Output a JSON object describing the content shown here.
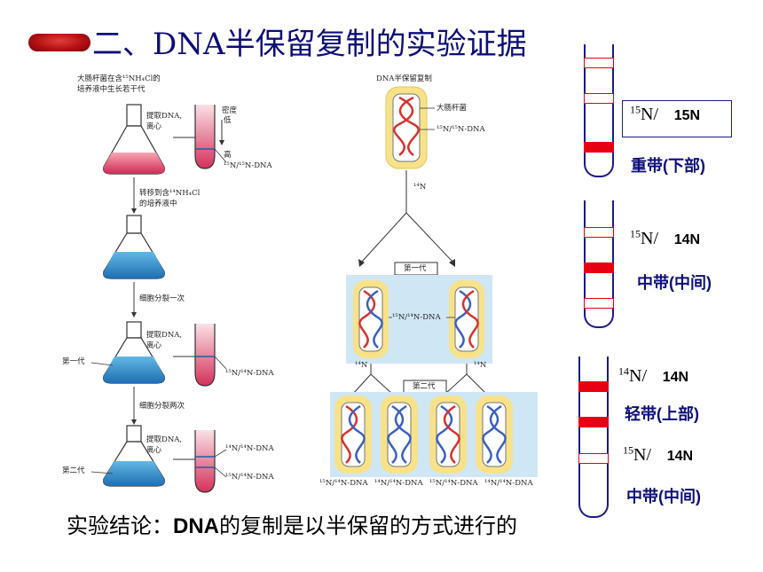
{
  "title": "二、DNA半保留复制的实验证据",
  "left_diagram": {
    "caption_line1": "大肠杆菌在含¹⁵NH₄Cl的",
    "caption_line2": "培养液中生长若干代",
    "extract_1a": "提取DNA,",
    "extract_1b": "离心",
    "density": "密度",
    "low": "低",
    "high": "高",
    "tube1_band": "¹⁵N/¹⁵N-DNA",
    "transfer_1": "转移到含¹⁴NH₄Cl",
    "transfer_2": "的培养液中",
    "divide_once": "细胞分裂一次",
    "extract_2a": "提取DNA,",
    "extract_2b": "离心",
    "gen1": "第一代",
    "tube2_band": "¹⁵N/¹⁴N-DNA",
    "divide_twice": "细胞分裂两次",
    "extract_3a": "提取DNA,",
    "extract_3b": "离心",
    "gen2": "第二代",
    "tube3_band_top": "¹⁴N/¹⁴N-DNA",
    "tube3_band_bottom": "¹⁵N/¹⁴N-DNA"
  },
  "middle_diagram": {
    "heading": "DNA半保留复制",
    "ecoli": "大肠杆菌",
    "parent_dna": "¹⁵N/¹⁵N-DNA",
    "n14_a": "¹⁴N",
    "gen1_box": "第一代",
    "gen1_dna": "¹⁵N/¹⁴N-DNA",
    "n14_b": "¹⁴N",
    "n14_c": "¹⁴N",
    "gen2_box": "第二代",
    "gen2_labels": [
      "¹⁵N/¹⁴N-DNA",
      "¹⁴N/¹⁴N-DNA",
      "¹⁵N/¹⁴N-DNA",
      "¹⁴N/¹⁴N-DNA"
    ]
  },
  "right_panel": {
    "t1_sup": "15",
    "t1_iso": "N/",
    "t1_bold": "15N",
    "t1_cn": "重带(下部)",
    "t2_sup": "15",
    "t2_iso": "N/",
    "t2_bold": "14N",
    "t2_cn": "中带(中间)",
    "t3a_sup": "14",
    "t3a_iso": "N/",
    "t3a_bold": "14N",
    "t3a_cn": "轻带(上部)",
    "t3b_sup": "15",
    "t3b_iso": "N/",
    "t3b_bold": "14N",
    "t3b_cn": "中带(中间)"
  },
  "conclusion_prefix": "实验结论：",
  "conclusion_bold": "DNA",
  "conclusion_suffix": "的复制是以半保留的方式进行的",
  "colors": {
    "title": "#0d0d7a",
    "band": "#e60012",
    "tube": "#1a1a8c",
    "heavy_strand": "#d8312e",
    "light_strand": "#3b5fc0",
    "cell": "#f7e28a"
  }
}
